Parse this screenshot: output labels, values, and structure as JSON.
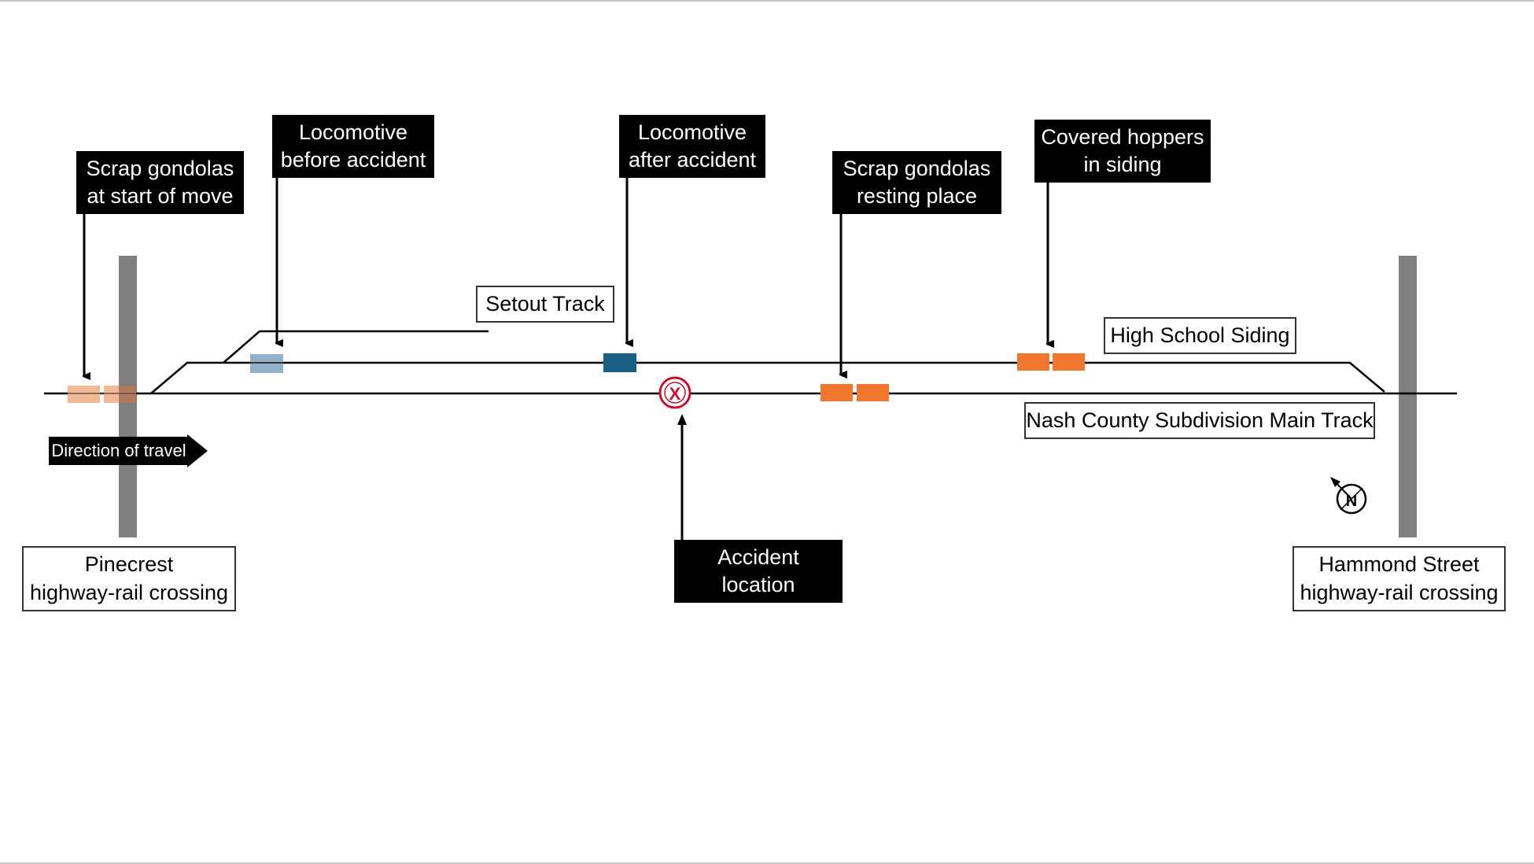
{
  "labels": {
    "scrap_start": [
      "Scrap gondolas",
      "at start of move"
    ],
    "loco_before": [
      "Locomotive",
      "before accident"
    ],
    "loco_after": [
      "Locomotive",
      "after accident"
    ],
    "scrap_rest": [
      "Scrap gondolas",
      "resting place"
    ],
    "covered_hoppers": [
      "Covered hoppers",
      "in siding"
    ],
    "setout_track": "Setout Track",
    "high_school_siding": "High School Siding",
    "main_track": "Nash County Subdivision Main Track",
    "direction": "Direction of travel",
    "accident": [
      "Accident",
      "location"
    ],
    "pinecrest": [
      "Pinecrest",
      "highway-rail crossing"
    ],
    "hammond": [
      "Hammond Street",
      "highway-rail crossing"
    ],
    "compass": "N"
  },
  "colors": {
    "gondola_start": "#f5b895",
    "loco_before": "#8fb2c9",
    "loco_after": "#1a5f85",
    "orange_car": "#f0782e",
    "crossing": "#808080",
    "marker_red": "#c8102e"
  },
  "icons": {
    "accident": "x-circle-icon",
    "compass": "north-arrow-icon"
  }
}
